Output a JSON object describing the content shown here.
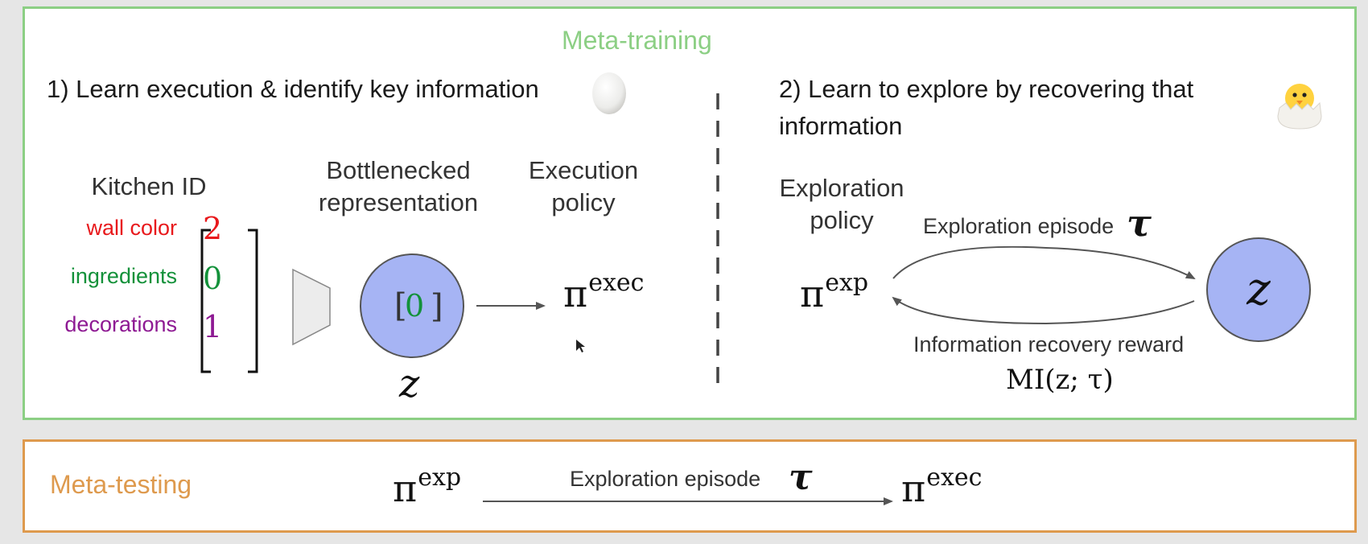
{
  "meta_training": {
    "title": "Meta-training",
    "step1": {
      "heading": "1) Learn execution & identify key information",
      "egg_icon": "egg-icon",
      "kitchen_id": {
        "label": "Kitchen ID",
        "rows": [
          {
            "name": "wall color",
            "value": "2",
            "color": "#e8191c"
          },
          {
            "name": "ingredients",
            "value": "0",
            "color": "#13913a"
          },
          {
            "name": "decorations",
            "value": "1",
            "color": "#8e1a93"
          }
        ]
      },
      "bottleneck": {
        "label_line1": "Bottlenecked",
        "label_line2": "representation",
        "circle_text": "[0]",
        "circle_value_color": "#13913a",
        "circle_fill": "#a6b4f4",
        "symbol": "z"
      },
      "execution": {
        "label_line1": "Execution",
        "label_line2": "policy",
        "pi": "π",
        "sup": "exec"
      }
    },
    "step2": {
      "heading_line1": "2) Learn to explore by recovering that",
      "heading_line2": "information",
      "chick_icon": "hatching-chick-icon",
      "exploration": {
        "label_line1": "Exploration",
        "label_line2": "policy",
        "pi": "π",
        "sup": "exp"
      },
      "episode_label": "Exploration episode",
      "tau": "τ",
      "reward_label": "Information recovery reward",
      "reward_formula": "MI(z; τ)",
      "circle_symbol": "z"
    }
  },
  "meta_testing": {
    "title": "Meta-testing",
    "pi_left": "π",
    "sup_left": "exp",
    "episode_label": "Exploration episode",
    "tau": "τ",
    "pi_right": "π",
    "sup_right": "exec"
  },
  "colors": {
    "train_border": "#8ccf84",
    "test_border": "#de9a4e"
  }
}
